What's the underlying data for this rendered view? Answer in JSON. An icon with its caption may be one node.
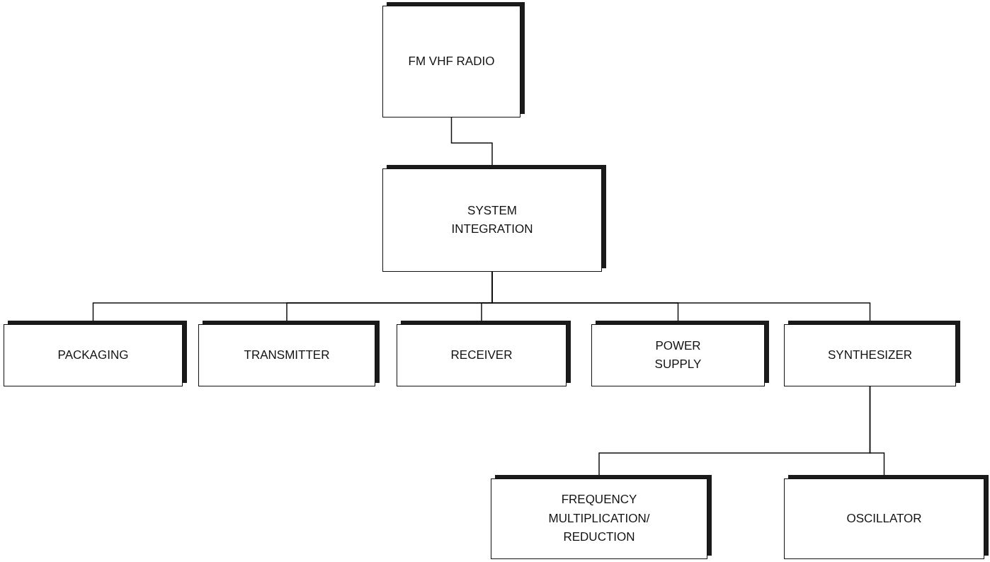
{
  "diagram": {
    "nodes": [
      {
        "text": [
          "FM VHF RADIO"
        ]
      },
      {
        "text": [
          "SYSTEM INTEGRATION"
        ]
      },
      {
        "text": [
          "PACKAGING"
        ]
      },
      {
        "text": [
          "TRANSMITTER"
        ]
      },
      {
        "text": [
          "RECEIVER"
        ]
      },
      {
        "text": [
          "POWER SUPPLY"
        ]
      },
      {
        "text": [
          "SYNTHESIZER"
        ]
      },
      {
        "text": [
          "FREQUENCY MULTIPLICATION/ REDUCTION"
        ]
      },
      {
        "text": [
          "OSCILLATOR"
        ]
      }
    ],
    "edges": [
      {
        "from": 0,
        "to": 1,
        "arrow": "none"
      },
      {
        "from": 1,
        "to": 2,
        "arrow": "none"
      },
      {
        "from": 1,
        "to": 3,
        "arrow": "none"
      },
      {
        "from": 1,
        "to": 4,
        "arrow": "none"
      },
      {
        "from": 1,
        "to": 5,
        "arrow": "none"
      },
      {
        "from": 1,
        "to": 6,
        "arrow": "none"
      },
      {
        "from": 6,
        "to": 7,
        "arrow": "none"
      },
      {
        "from": 6,
        "to": 8,
        "arrow": "none"
      }
    ]
  }
}
